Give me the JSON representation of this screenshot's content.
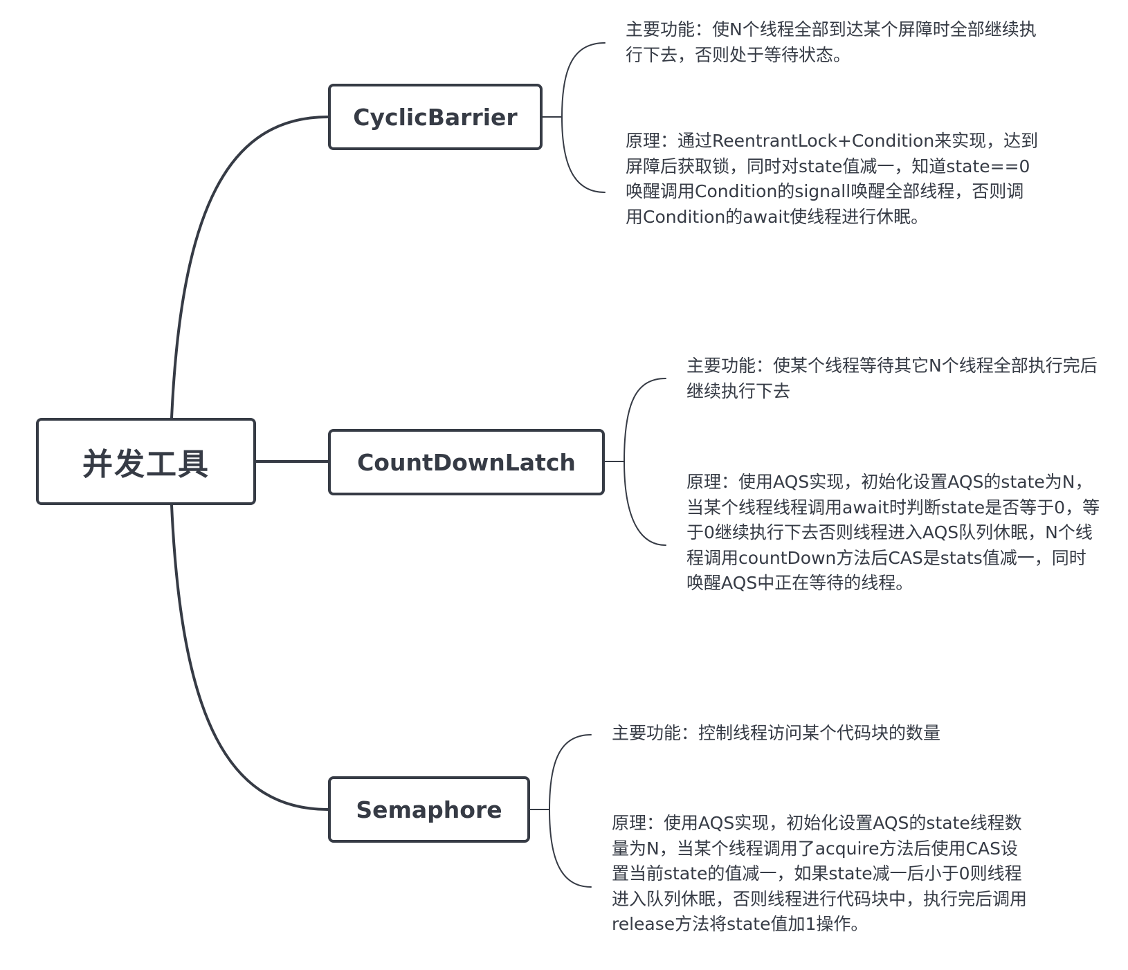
{
  "colors": {
    "line": "#363b45",
    "node_border": "#363b45",
    "text": "#363b45",
    "background": "#ffffff"
  },
  "root": {
    "label": "并发工具"
  },
  "branches": [
    {
      "label": "CyclicBarrier",
      "function": "主要功能：使N个线程全部到达某个屏障时全部继续执行下去，否则处于等待状态。",
      "principle": "原理：通过ReentrantLock+Condition来实现，达到屏障后获取锁，同时对state值减一，知道state==0唤醒调用Condition的signall唤醒全部线程，否则调用Condition的await使线程进行休眠。"
    },
    {
      "label": "CountDownLatch",
      "function": "主要功能：使某个线程等待其它N个线程全部执行完后继续执行下去",
      "principle": "原理：使用AQS实现，初始化设置AQS的state为N，当某个线程线程调用await时判断state是否等于0，等于0继续执行下去否则线程进入AQS队列休眠，N个线程调用countDown方法后CAS是stats值减一，同时唤醒AQS中正在等待的线程。"
    },
    {
      "label": "Semaphore",
      "function": "主要功能：控制线程访问某个代码块的数量",
      "principle": "原理：使用AQS实现，初始化设置AQS的state线程数量为N，当某个线程调用了acquire方法后使用CAS设置当前state的值减一，如果state减一后小于0则线程进入队列休眠，否则线程进行代码块中，执行完后调用release方法将state值加1操作。"
    }
  ]
}
